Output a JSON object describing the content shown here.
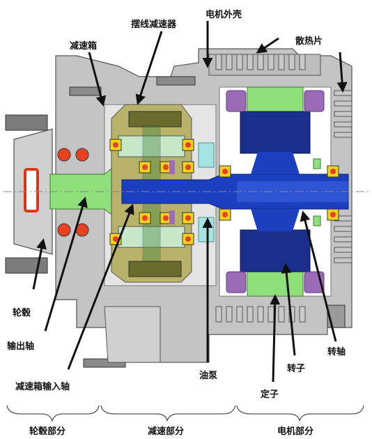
{
  "labels": {
    "cycloid_reducer": "摆线减速器",
    "motor_housing": "电机外壳",
    "reducer_box": "减速箱",
    "heat_sink": "散热片",
    "hub": "轮毂",
    "output_shaft": "输出轴",
    "reducer_input_shaft": "减速箱输入轴",
    "oil_pump": "油泵",
    "rotor": "转子",
    "stator": "定子",
    "rotor_shaft": "转轴"
  },
  "sections": {
    "hub_part": "轮毂部分",
    "reducer_part": "减速部分",
    "motor_part": "电机部分"
  },
  "colors": {
    "housing_gray": "#b9b9b9",
    "housing_dark": "#7a7a7a",
    "shaft_blue": "#1c3fc0",
    "shaft_green": "#8fe07a",
    "stator_navy": "#1a2f8c",
    "winding_purple": "#9b6bb7",
    "bearing_red": "#e8421f",
    "bearing_yellow": "#f2d21e",
    "gear_olive": "#a9a05a",
    "pump_cyan": "#a8e3e3"
  }
}
